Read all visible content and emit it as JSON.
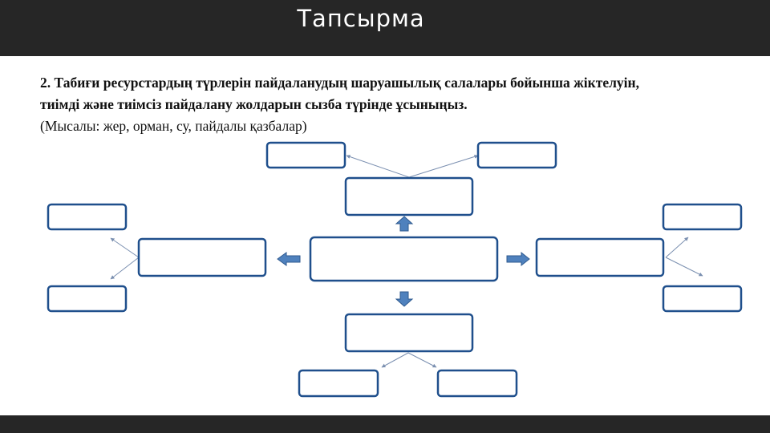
{
  "slide": {
    "title": "Тапсырма",
    "task_line1": "2. Табиғи ресурстардың түрлерін пайдаланудың шаруашылық салалары бойынша жіктелуін,",
    "task_line2": "тиімді және тиімсіз пайдалану жолдарын сызба түрінде  ұсыныңыз.",
    "task_line3": "(Мысалы: жер, орман, су, пайдалы қазбалар)"
  },
  "colors": {
    "bar": "#262626",
    "box_border": "#1f4f8c",
    "arrow_fill": "#4f81bd",
    "connector": "#7a8fb0"
  }
}
